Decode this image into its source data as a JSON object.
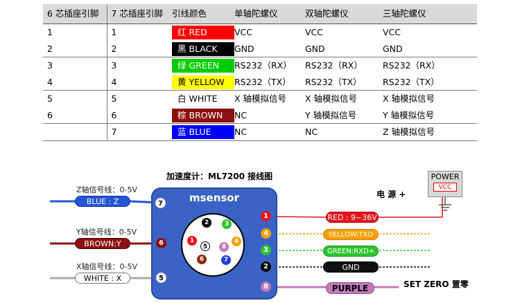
{
  "table": {
    "headers": [
      "6 芯插座引脚",
      "7 芯插座引脚",
      "引线颜色",
      "单轴陀螺仪",
      "双轴陀螺仪",
      "三轴陀螺仪"
    ],
    "rows": [
      {
        "pin6": "1",
        "pin7": "1",
        "color_cn": "红",
        "color_en": "RED",
        "color": "#ff0000",
        "single": "VCC",
        "dual": "VCC",
        "triple": "VCC"
      },
      {
        "pin6": "2",
        "pin7": "2",
        "color_cn": "黑",
        "color_en": "BLACK",
        "color": "#000000",
        "single": "GND",
        "dual": "GND",
        "triple": "GND"
      },
      {
        "pin6": "3",
        "pin7": "3",
        "color_cn": "绿",
        "color_en": "GREEN",
        "color": "#00cc00",
        "single": "RS232（RX）",
        "dual": "RS232（RX）",
        "triple": "RS232（RX）"
      },
      {
        "pin6": "4",
        "pin7": "4",
        "color_cn": "黄",
        "color_en": "YELLOW",
        "color": "#ffff00",
        "single": "RS232（TX）",
        "dual": "RS232（TX）",
        "triple": "RS232（TX）"
      },
      {
        "pin6": "5",
        "pin7": "5",
        "color_cn": "白",
        "color_en": "WHITE",
        "color": "#ffffff",
        "single": "X 轴模拟信号",
        "dual": "X 轴模拟信号",
        "triple": "X 轴模拟信号"
      },
      {
        "pin6": "6",
        "pin7": "6",
        "color_cn": "棕",
        "color_en": "BROWN",
        "color": "#8b1010",
        "single": "NC",
        "dual": "Y 轴模拟信号",
        "triple": "Y 轴模拟信号"
      },
      {
        "pin6": "",
        "pin7": "7",
        "color_cn": "蓝",
        "color_en": "BLUE",
        "color": "#0000ff",
        "single": "NC",
        "dual": "NC",
        "triple": "Z 轴模拟信号"
      }
    ]
  },
  "diagram": {
    "title": "加速度计：ML7200 接线图",
    "sensor_name": "msensor",
    "left_signals": [
      {
        "label": "Z轴信号线：0-5V",
        "cap": "BLUE : Z",
        "pin": "7"
      },
      {
        "label": "Y轴信号线：0-5V",
        "cap": "BROWN:Y",
        "pin": "6"
      },
      {
        "label": "X轴信号线：0-5V",
        "cap": "WHITE : X",
        "pin": "5"
      }
    ],
    "right_pins": [
      {
        "pin": "1",
        "label": "RED : 9~36V"
      },
      {
        "pin": "4",
        "label": "YELLOW:TXD"
      },
      {
        "pin": "3",
        "label": "GREEN:RXD+"
      },
      {
        "pin": "2",
        "label": "GND"
      },
      {
        "pin": "8",
        "label": "PURPLE"
      }
    ],
    "connector_pins": [
      "1",
      "2",
      "3",
      "4",
      "5",
      "6",
      "7",
      "8"
    ],
    "power_supply_label": "电 源 +",
    "power_box_label": "POWER",
    "power_vcc": "VCC",
    "set_zero_label": "SET ZERO 置零",
    "colors": {
      "sensor_blue": "#3b63c6",
      "red": "#e8131b",
      "orange": "#f5a000",
      "green": "#2ec52e",
      "purple": "#c07ab8",
      "brown": "#8b1010"
    }
  }
}
